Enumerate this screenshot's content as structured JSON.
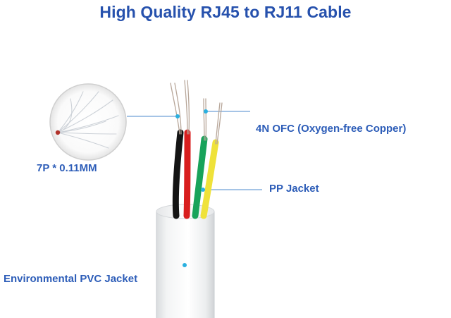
{
  "title": "High Quality RJ45 to RJ11 Cable",
  "labels": {
    "conductor": "4N OFC (Oxygen-free Copper)",
    "pp_jacket": "PP Jacket",
    "pvc_jacket": "Environmental PVC Jacket",
    "strand_spec": "7P * 0.11MM"
  },
  "colors": {
    "title": "#2651ad",
    "label": "#2d5db8",
    "leader_line": "#6fa0d6",
    "marker_dot": "#2ab0e0",
    "wire_black": "#141414",
    "wire_red": "#d81e1e",
    "wire_green": "#18a35a",
    "wire_yellow": "#efe23a",
    "copper": "#b8a79a",
    "jacket": "#f7f8f8"
  }
}
